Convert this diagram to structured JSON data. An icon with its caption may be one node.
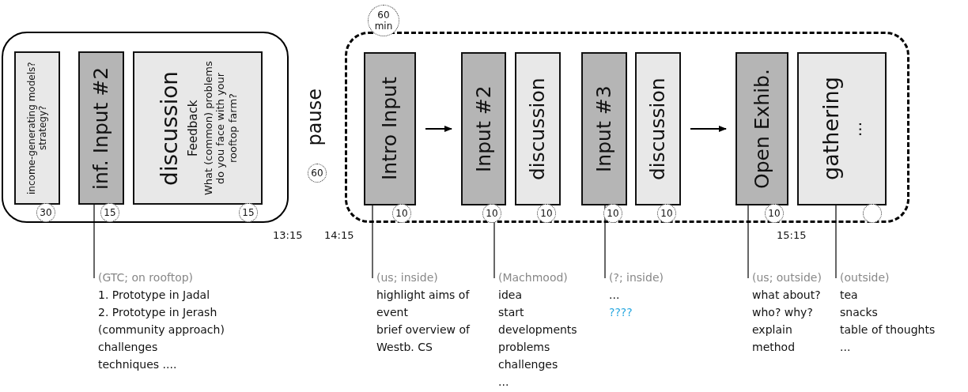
{
  "diagram": {
    "nodes": [
      {
        "text": [],
        "shape": "box"
      },
      {
        "text": [
          "income-generating models? strategy?"
        ],
        "in": 0,
        "beside": [
          "30"
        ]
      },
      {
        "text": [
          "inf. Input #2"
        ],
        "in": 0,
        "beside": [
          "15"
        ]
      },
      {
        "text": [
          "discussion",
          "Feedback",
          "What (common) problems do you face with your rooftop farm?"
        ],
        "in": 0,
        "beside": [
          "15"
        ]
      },
      {
        "text": [],
        "shape": "box",
        "beside": [
          "60 min"
        ]
      },
      {
        "text": [
          "Intro Input"
        ],
        "in": 4,
        "beside": [
          "10"
        ]
      },
      {
        "text": [
          "Input #2"
        ],
        "in": 4,
        "beside": [
          "10"
        ]
      },
      {
        "text": [
          "discussion"
        ],
        "in": 4,
        "beside": [
          "10"
        ]
      },
      {
        "text": [
          "Input #3"
        ],
        "in": 4,
        "beside": [
          "10"
        ]
      },
      {
        "text": [
          "discussion"
        ],
        "in": 4,
        "beside": [
          "10"
        ]
      },
      {
        "text": [
          "Open Exhib."
        ],
        "in": 4,
        "beside": [
          "10"
        ]
      },
      {
        "text": [
          "gathering",
          "..."
        ],
        "in": 4
      },
      {
        "text": [
          "(GTC; on rooftop)",
          "1. Prototype in Jadal",
          "2. Prototype in Jerash (community approach)",
          "challenges",
          "techniques ...."
        ]
      },
      {
        "text": [
          "(us; inside)",
          "highlight aims of event",
          "brief overview of Westb. CS"
        ]
      },
      {
        "text": [
          "(Machmood)",
          "idea",
          "start",
          "developments",
          "problems",
          "challenges",
          "..."
        ]
      },
      {
        "text": [
          "(?; inside)",
          "...",
          "????"
        ]
      },
      {
        "text": [
          "(us; outside)",
          "what about?",
          "who? why?",
          "explain",
          "method"
        ]
      },
      {
        "text": [
          "(outside)",
          "tea",
          "snacks",
          "table of thoughts",
          "..."
        ]
      }
    ],
    "edges": [
      {
        "from": 5,
        "to": 6,
        "arrow": "to"
      },
      {
        "from": 9,
        "to": 10,
        "arrow": "to"
      },
      {
        "from": 2,
        "to": 12,
        "arrow": "none"
      },
      {
        "from": 5,
        "to": 13,
        "arrow": "none"
      },
      {
        "from": 6,
        "to": 14,
        "arrow": "none"
      },
      {
        "from": 8,
        "to": 15,
        "arrow": "none"
      },
      {
        "from": 10,
        "to": 16,
        "arrow": "none"
      },
      {
        "from": 11,
        "to": 17,
        "arrow": "none"
      }
    ],
    "labels": [
      "pause",
      "60",
      "13:15",
      "14:15",
      "15:15"
    ]
  }
}
